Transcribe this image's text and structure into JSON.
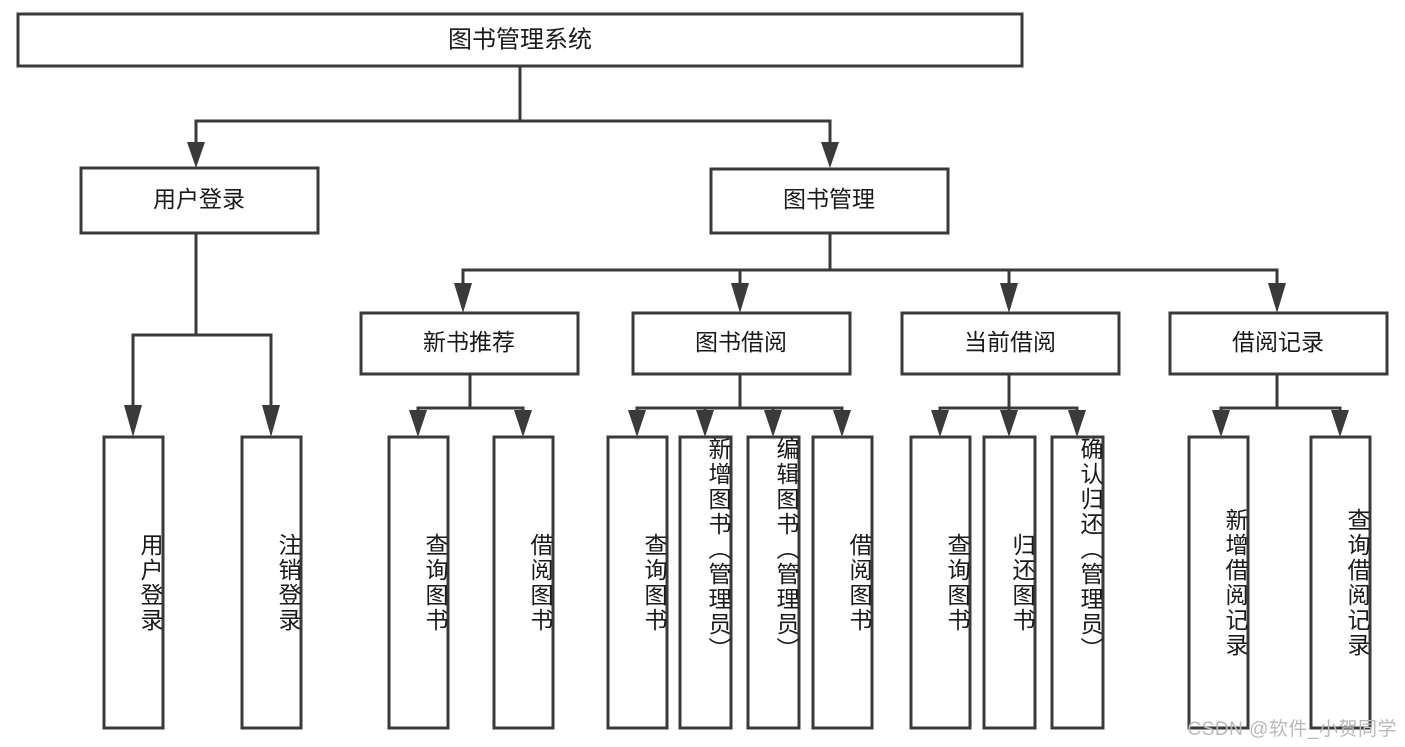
{
  "diagram": {
    "type": "tree",
    "title": "图书管理系统",
    "background_color": "#ffffff",
    "line_color": "#3a3a3a",
    "box_fill": "#ffffff",
    "text_color": "#1a1a1a",
    "root": {
      "label": "图书管理系统",
      "children": [
        {
          "label": "用户登录",
          "children": [
            {
              "label": "用户登录"
            },
            {
              "label": "注销登录"
            }
          ]
        },
        {
          "label": "图书管理",
          "children": [
            {
              "label": "新书推荐",
              "children": [
                {
                  "label": "查询图书"
                },
                {
                  "label": "借阅图书"
                }
              ]
            },
            {
              "label": "图书借阅",
              "children": [
                {
                  "label": "查询图书"
                },
                {
                  "label": "新增图书（管理员）"
                },
                {
                  "label": "编辑图书（管理员）"
                },
                {
                  "label": "借阅图书"
                }
              ]
            },
            {
              "label": "当前借阅",
              "children": [
                {
                  "label": "查询图书"
                },
                {
                  "label": "归还图书"
                },
                {
                  "label": "确认归还（管理员）"
                }
              ]
            },
            {
              "label": "借阅记录",
              "children": [
                {
                  "label": "新增借阅记录"
                },
                {
                  "label": "查询借阅记录"
                }
              ]
            }
          ]
        }
      ]
    },
    "nodes": {
      "root": {
        "label": "图书管理系统"
      },
      "level2": [
        {
          "label": "用户登录"
        },
        {
          "label": "图书管理"
        }
      ],
      "level3": [
        {
          "label": "新书推荐"
        },
        {
          "label": "图书借阅"
        },
        {
          "label": "当前借阅"
        },
        {
          "label": "借阅记录"
        }
      ],
      "leaves": [
        {
          "label": "用户登录"
        },
        {
          "label": "注销登录"
        },
        {
          "label": "查询图书"
        },
        {
          "label": "借阅图书"
        },
        {
          "label": "查询图书"
        },
        {
          "label": "新增图书（管理员）"
        },
        {
          "label": "编辑图书（管理员）"
        },
        {
          "label": "借阅图书"
        },
        {
          "label": "查询图书"
        },
        {
          "label": "归还图书"
        },
        {
          "label": "确认归还（管理员）"
        },
        {
          "label": "新增借阅记录"
        },
        {
          "label": "查询借阅记录"
        }
      ]
    }
  },
  "watermark": {
    "text": "CSDN @软件_小贺同学"
  }
}
